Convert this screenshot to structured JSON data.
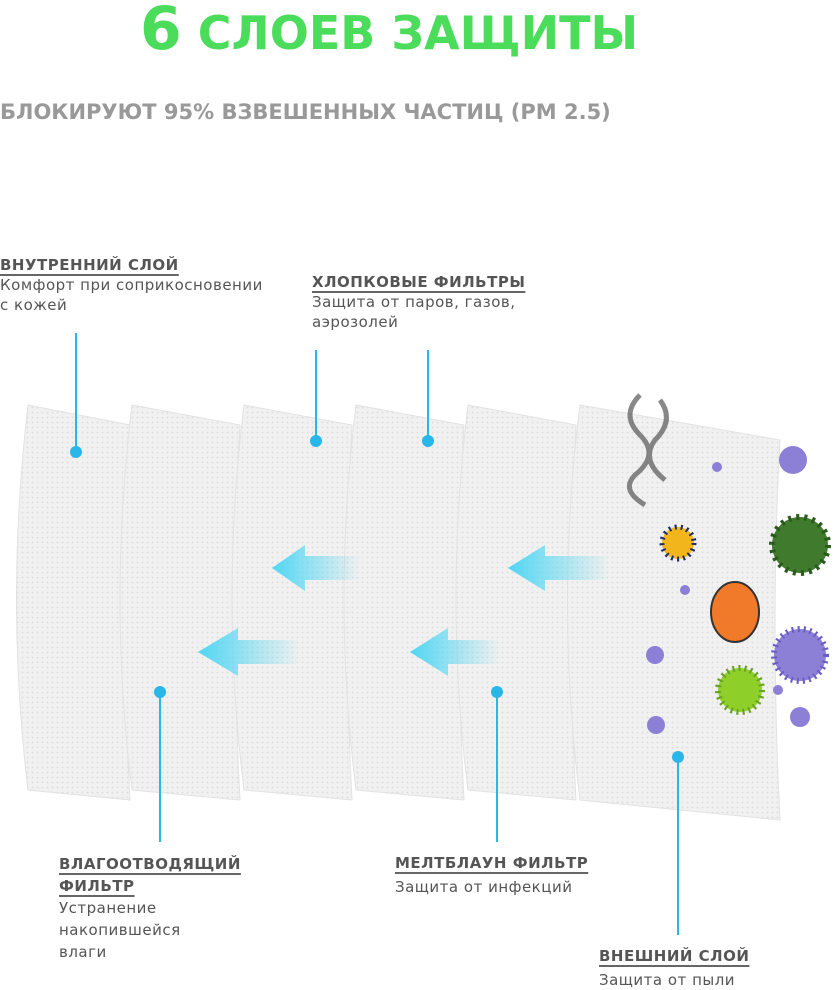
{
  "header": {
    "title_number": "6",
    "title_text": "СЛОЕВ ЗАЩИТЫ",
    "subtitle": "БЛОКИРУЮТ 95% ВЗВЕШЕННЫХ ЧАСТИЦ (PM 2.5)"
  },
  "layers": [
    {
      "title": "ВНУТРЕННИЙ СЛОЙ",
      "desc": "Комфорт при соприкосновении с кожей"
    },
    {
      "title": "ВЛАГООТВОДЯЩИЙ ФИЛЬТР",
      "desc": "Устранение накопившейся влаги"
    },
    {
      "title": "ХЛОПКОВЫЕ ФИЛЬТРЫ",
      "desc": "Защита от паров, газов, аэрозолей"
    },
    {
      "title": "МЕЛТБЛАУН ФИЛЬТР",
      "desc": "Защита от инфекций"
    },
    {
      "title": "ВНЕШНИЙ СЛОЙ",
      "desc": "Защита от пыли"
    }
  ],
  "colors": {
    "title": "#4cdc5c",
    "subtitle": "#999999",
    "accent": "#29b6e8",
    "arrow": "#5fd8f0"
  }
}
